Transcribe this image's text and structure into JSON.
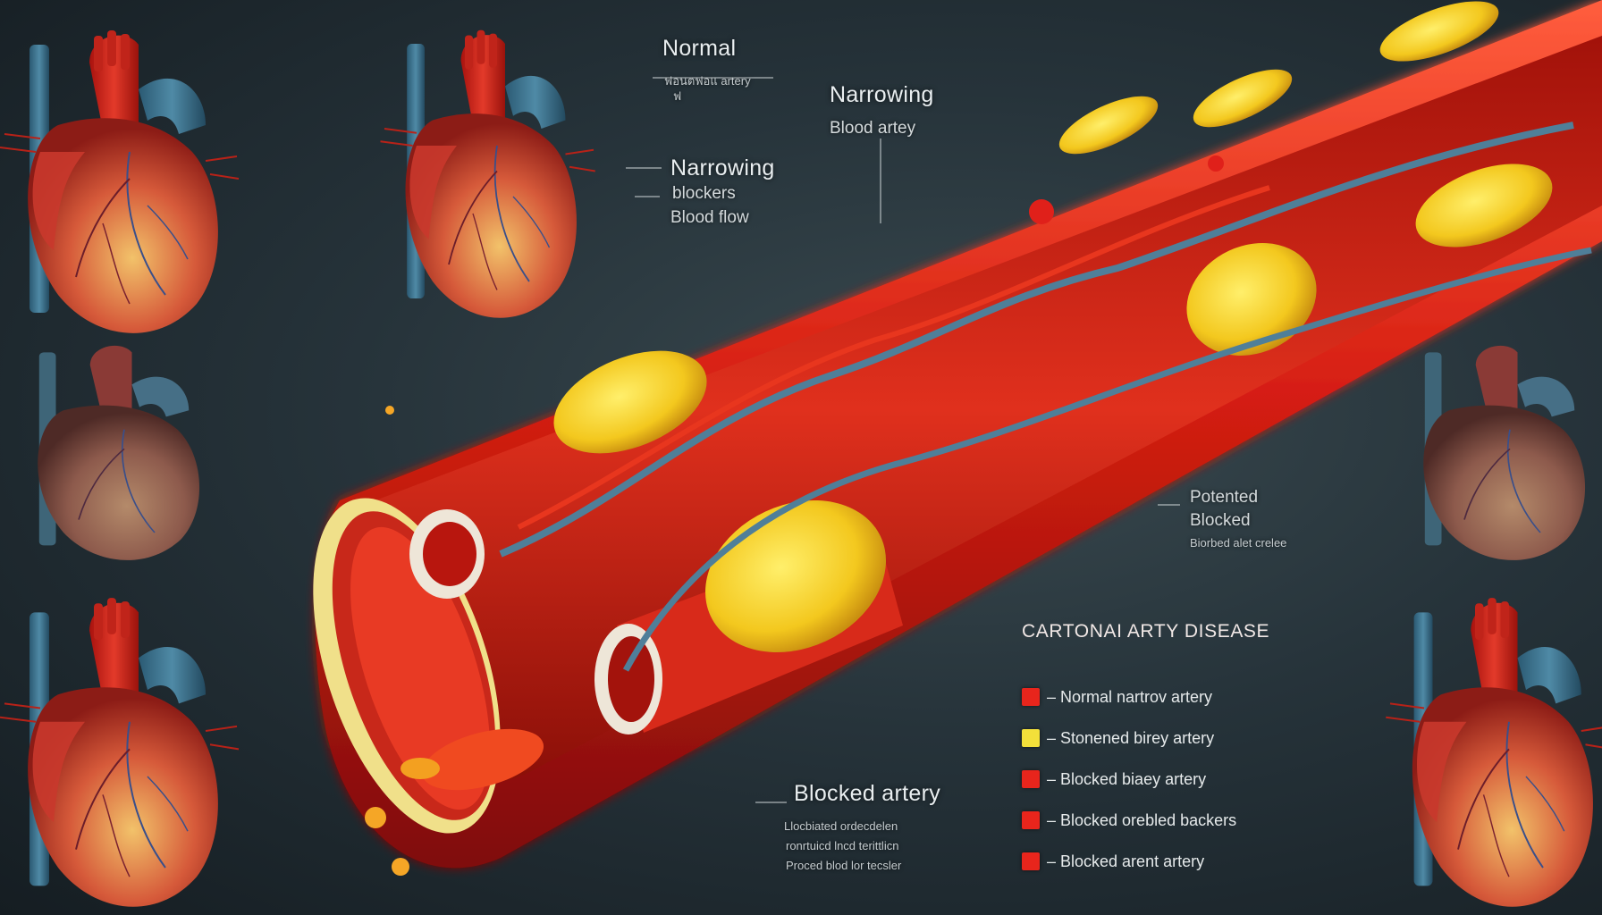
{
  "labels": {
    "normal_title": "Normal",
    "normal_sub": "ฟอนตฟอแ artery",
    "normal_tiny": "ฟ",
    "narrowing_top_title": "Narrowing",
    "narrowing_top_sub": "Blood artey",
    "narrowing_left_title": "Narrowing",
    "narrowing_left_line2": "blockers",
    "narrowing_left_line3": "Blood flow",
    "right_line1": "Potented",
    "right_line2": "Blocked",
    "right_line3": "Biorbed alet crelee",
    "blocked_artery": "Blocked artery",
    "blocked_caption_1": "Llocbiated ordecdelen",
    "blocked_caption_2": "ronrtuicd lncd terittlicn",
    "blocked_caption_3": "Proced blod lor tecsler"
  },
  "legend": {
    "title": "CARTONAI ARTY DISEASE",
    "items": [
      {
        "text": "– Normal nartrov artery",
        "color": "#e8251c"
      },
      {
        "text": "– Stonened birey artery",
        "color": "#f3e03a"
      },
      {
        "text": "– Blocked biaey artery",
        "color": "#e8251c"
      },
      {
        "text": "– Blocked orebled backers",
        "color": "#e8251c"
      },
      {
        "text": "– Blocked arent artery",
        "color": "#e8251c"
      }
    ]
  },
  "icons": {
    "heart": "anatomical-heart",
    "artery": "cross-section-artery",
    "plaque": "yellow-plaque"
  }
}
